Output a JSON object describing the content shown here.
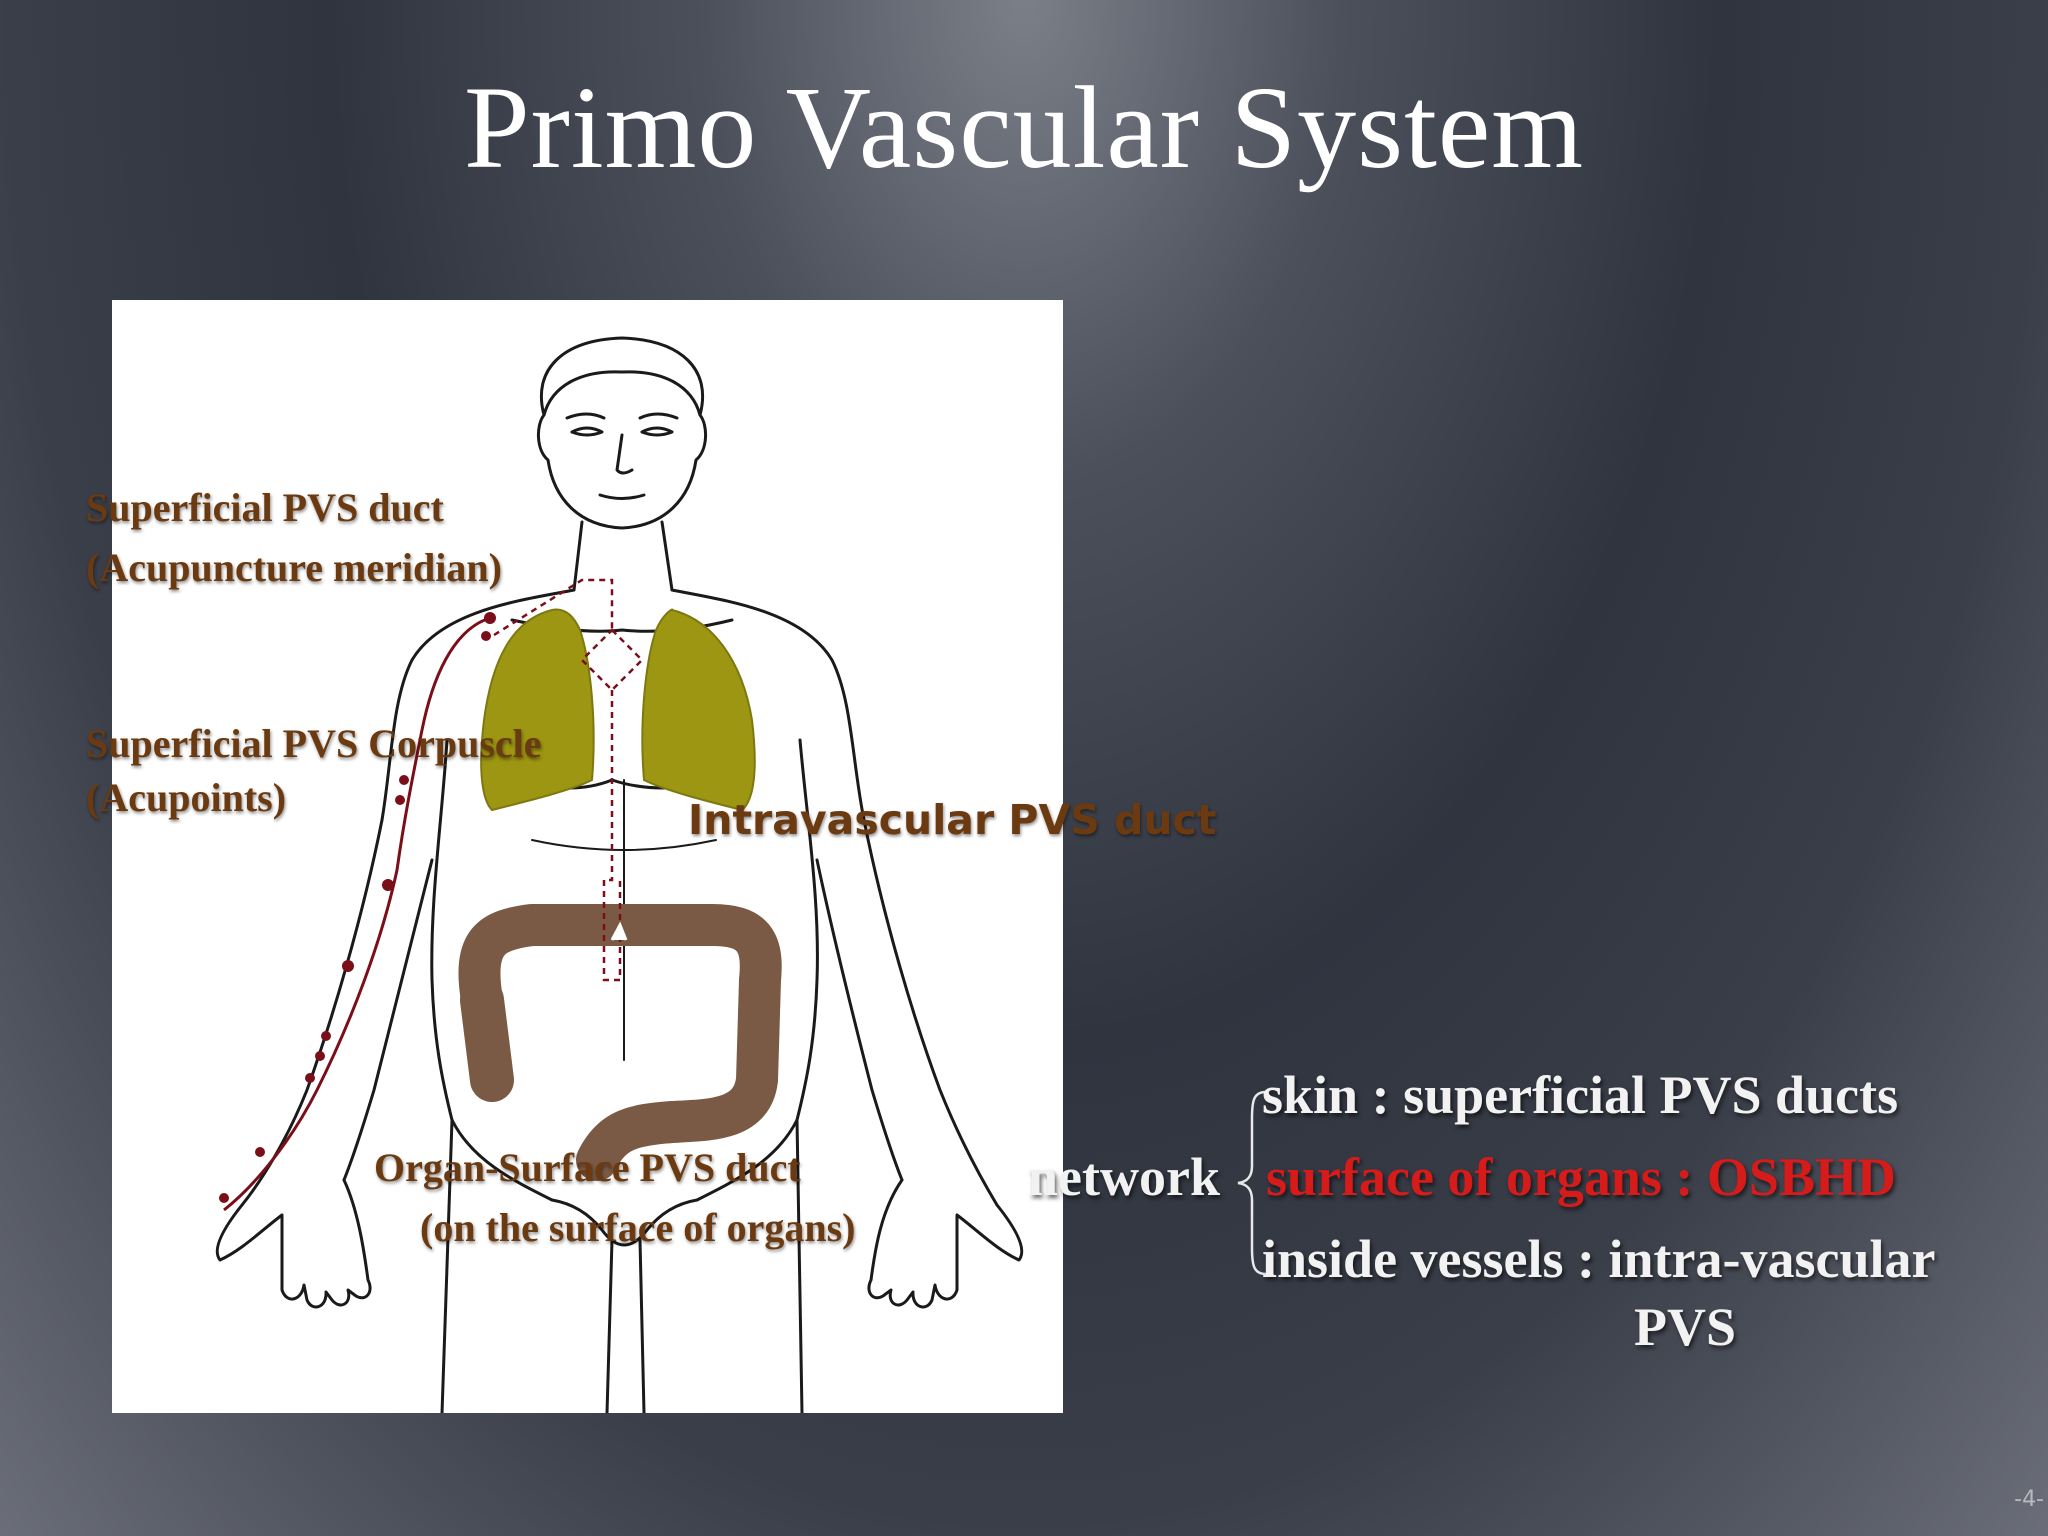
{
  "slide": {
    "title": "Primo Vascular System",
    "page_number": "-4-"
  },
  "figure": {
    "labels": {
      "superficial_duct_line1": "Superficial PVS duct",
      "superficial_duct_line2": "(Acupuncture meridian)",
      "corpuscle_line1": "Superficial PVS Corpuscle",
      "corpuscle_line2": "(Acupoints)",
      "intravascular": "Intravascular PVS duct",
      "organ_surface_line1": "Organ-Surface PVS duct",
      "organ_surface_line2": "(on the surface of organs)"
    },
    "colors": {
      "lungs": "#9c9612",
      "intestine": "#7a5a44",
      "meridian": "#7a0f1a"
    }
  },
  "network": {
    "heading": "network",
    "items": [
      {
        "text": "skin : superficial PVS ducts",
        "color": "#f2f2f2"
      },
      {
        "text": "surface of organs : OSBHD",
        "color": "#d61b1b"
      },
      {
        "text": "inside vessels : intra-vascular",
        "color": "#f2f2f2"
      }
    ],
    "continuation": "PVS"
  }
}
